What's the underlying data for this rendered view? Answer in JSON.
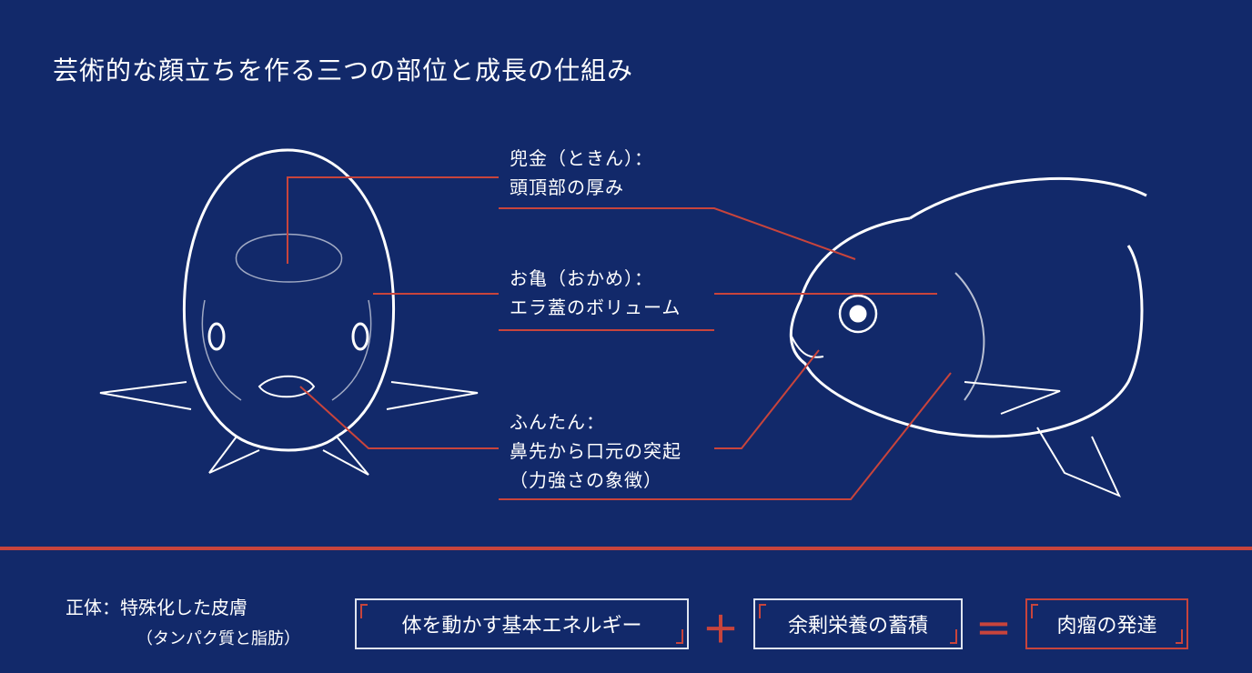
{
  "title": "芸術的な顔立ちを作る三つの部位と成長の仕組み",
  "labels": {
    "tokin": {
      "line1": "兜金（ときん）：",
      "line2": "頭頂部の厚み"
    },
    "okame": {
      "line1": "お亀（おかめ）：",
      "line2": "エラ蓋のボリューム"
    },
    "funtan": {
      "line1": "ふんたん：",
      "line2": "鼻先から口元の突起",
      "line3": "（力強さの象徴）"
    }
  },
  "formula": {
    "essence": "正体：特殊化した皮膚",
    "essence_sub": "（タンパク質と脂肪）",
    "term1": "体を動かす基本エネルギー",
    "plus": "＋",
    "term2": "余剰栄養の蓄積",
    "equals": "＝",
    "result": "肉瘤の発達"
  },
  "colors": {
    "background": "#12296a",
    "accent": "#c8443c",
    "line_art": "#ffffff"
  }
}
